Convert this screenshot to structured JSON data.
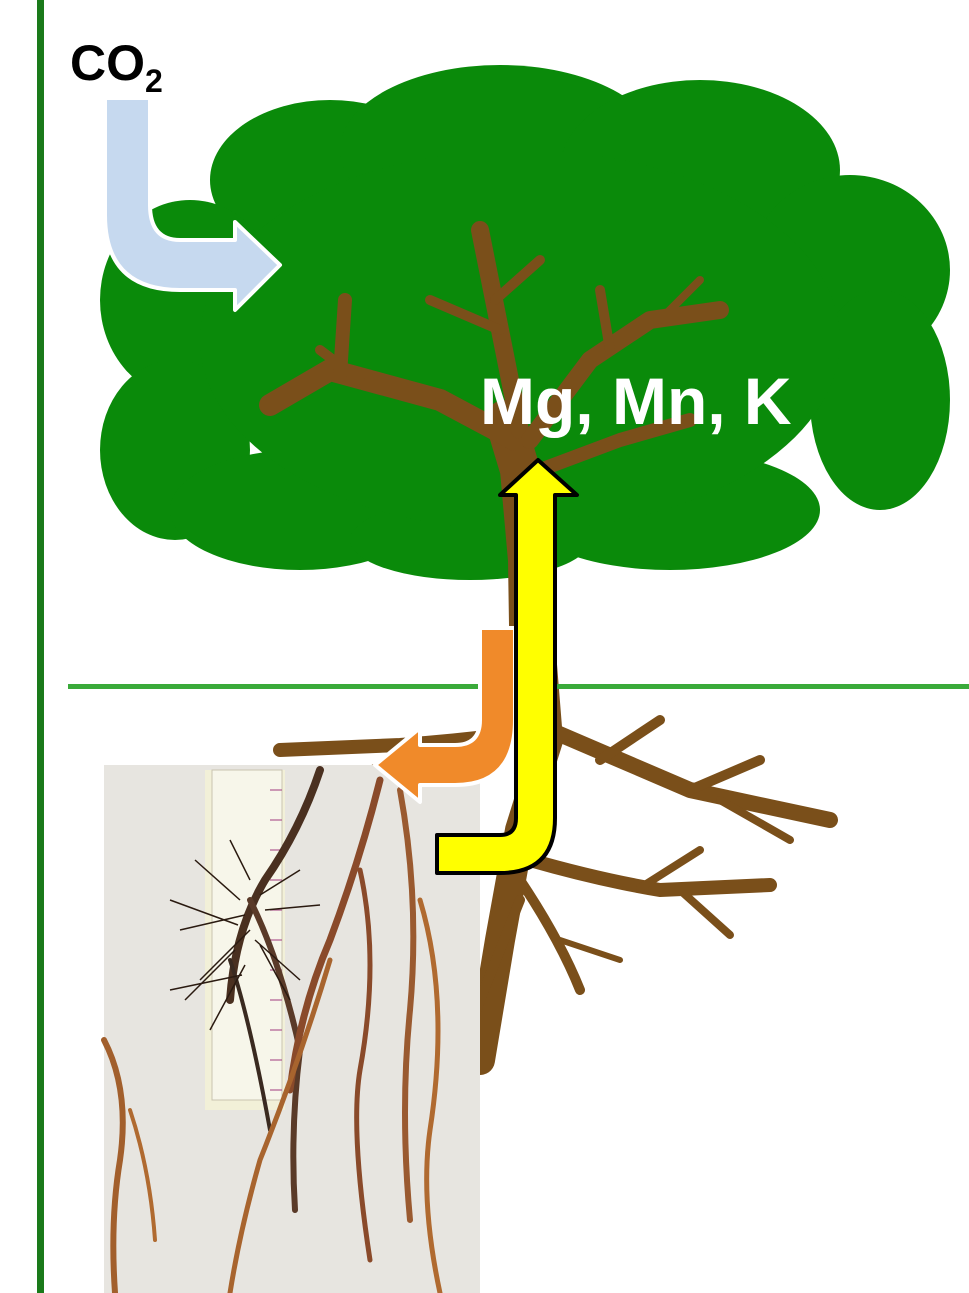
{
  "co2": {
    "text": "CO",
    "subscript": "2"
  },
  "nutrients": {
    "text": "Mg, Mn, K"
  },
  "colors": {
    "canopy": "#0a8a0a",
    "trunk": "#7a4f1a",
    "ground_line": "#3aaa3a",
    "left_border": "#1a7a1a",
    "co2_arrow": "#c6d9ef",
    "exudate_arrow": "#f08a2a",
    "nutrient_arrow": "#ffff00"
  },
  "photo": {
    "subject": "root-sample-photo-with-ruler"
  }
}
